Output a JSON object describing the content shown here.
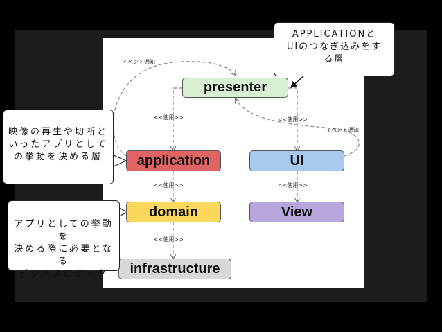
{
  "diagram": {
    "boxes": {
      "presenter": "presenter",
      "application": "application",
      "ui": "UI",
      "domain": "domain",
      "view": "View",
      "infrastructure": "infrastructure"
    },
    "labels": {
      "event_top": "イベント通知",
      "event_right": "イベント通知",
      "use_presenter_application": "<<使用>>",
      "use_presenter_ui": "<<使用>>",
      "use_application_domain": "<<使用>>",
      "use_ui_view": "<<使用>>",
      "use_domain_infrastructure": "<<使用>>"
    }
  },
  "callouts": {
    "top": {
      "line1": "APPLICATIONと",
      "line2": "UIのつなぎ込みをす",
      "line3": "る層"
    },
    "application": {
      "line1": "映像の再生や切断と",
      "line2": "いったアプリとして",
      "line3": "の挙動を決める層"
    },
    "domain": {
      "line1": "アプリとしての挙動を",
      "line2": "決める際に必要となる",
      "line3": "ビジネスロジック"
    }
  },
  "colors": {
    "presenter": "#d8efd4",
    "application": "#e06464",
    "ui": "#a7c9ee",
    "domain": "#fbd85c",
    "view": "#b7a5de",
    "infrastructure": "#d8d8d8"
  }
}
